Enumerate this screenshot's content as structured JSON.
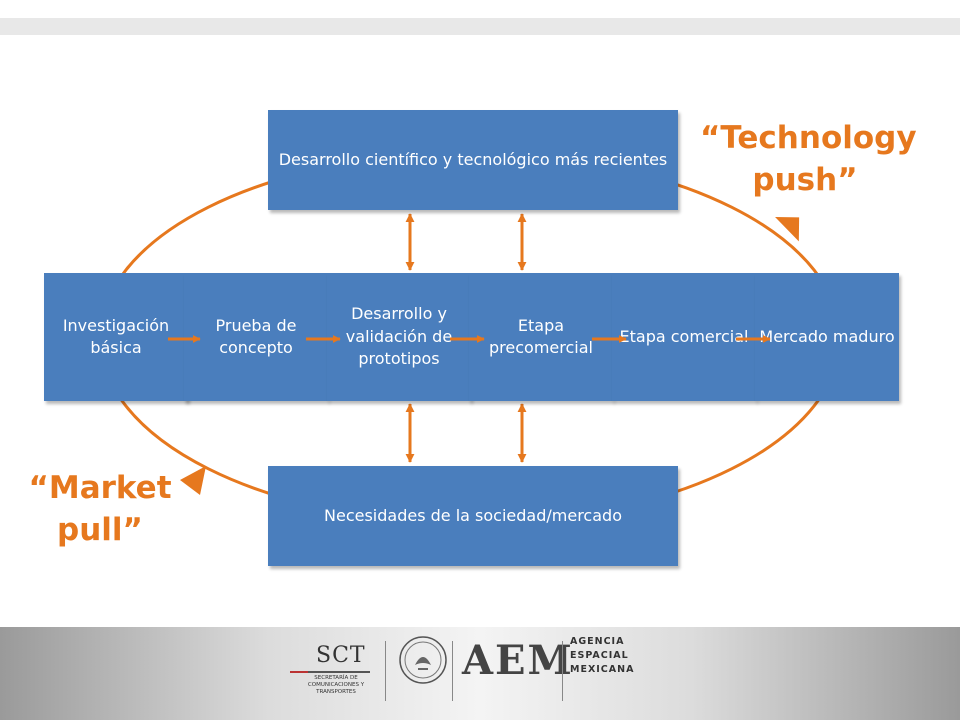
{
  "boxes": {
    "top": "Desarrollo científico y tecnológico más recientes",
    "bottom": "Necesidades de la sociedad/mercado"
  },
  "stages": [
    "Investigación básica",
    "Prueba de concepto",
    "Desarrollo y validación de prototipos",
    "Etapa precomercial",
    "Etapa comercial",
    "Mercado maduro"
  ],
  "labels": {
    "technology_push": "“Technology push”",
    "market_pull": "“Market pull”"
  },
  "colors": {
    "box_blue": "#4a7ebd",
    "accent_orange": "#e6781e"
  },
  "footer": {
    "sct_logo": "SCT",
    "sct_subtitle": "SECRETARÍA DE COMUNICACIONES Y TRANSPORTES",
    "aem_logo": "AEM",
    "aem_subtitle_1": "AGENCIA",
    "aem_subtitle_2": "ESPACIAL",
    "aem_subtitle_3": "MEXICANA"
  }
}
